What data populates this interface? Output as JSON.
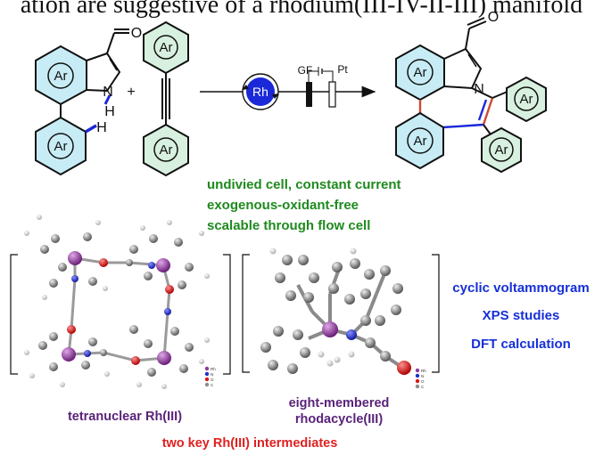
{
  "header_fragment": "ation are suggestive of a rhodium(III-IV-II-III) manifold",
  "reaction": {
    "ring_label": "Ar",
    "heteroatom_N": "N",
    "hydrogen": "H",
    "oxygen": "O",
    "plus": "+",
    "catalyst": "Rh",
    "anode": "GF",
    "cathode": "Pt"
  },
  "conditions": [
    "undivied cell, constant current",
    "exogenous-oxidant-free",
    "scalable through flow cell"
  ],
  "studies": [
    "cyclic voltammogram",
    "XPS studies",
    "DFT calculation"
  ],
  "legend": [
    "Rh",
    "N",
    "O",
    "C"
  ],
  "captions": {
    "tetranuclear": "tetranuclear Rh(III)",
    "rhodacycle_line1": "eight-membered",
    "rhodacycle_line2": "rhodacycle(III)",
    "intermediates": "two key Rh(III) intermediates"
  },
  "colors": {
    "ring_fill": "#c8ecf5",
    "pendant_fill": "#d8f0df",
    "rh_blue": "#1a28d8",
    "new_bond_red": "#cc4a33",
    "new_bond_blue": "#1a28d8",
    "green": "#1e8a1e",
    "blue_text": "#1530d8",
    "purple": "#5a237a",
    "red": "#e02020",
    "rh_atom": "#8e3a9a",
    "n_atom": "#2030c8",
    "o_atom": "#d81818",
    "c_atom": "#8c8c8c"
  }
}
